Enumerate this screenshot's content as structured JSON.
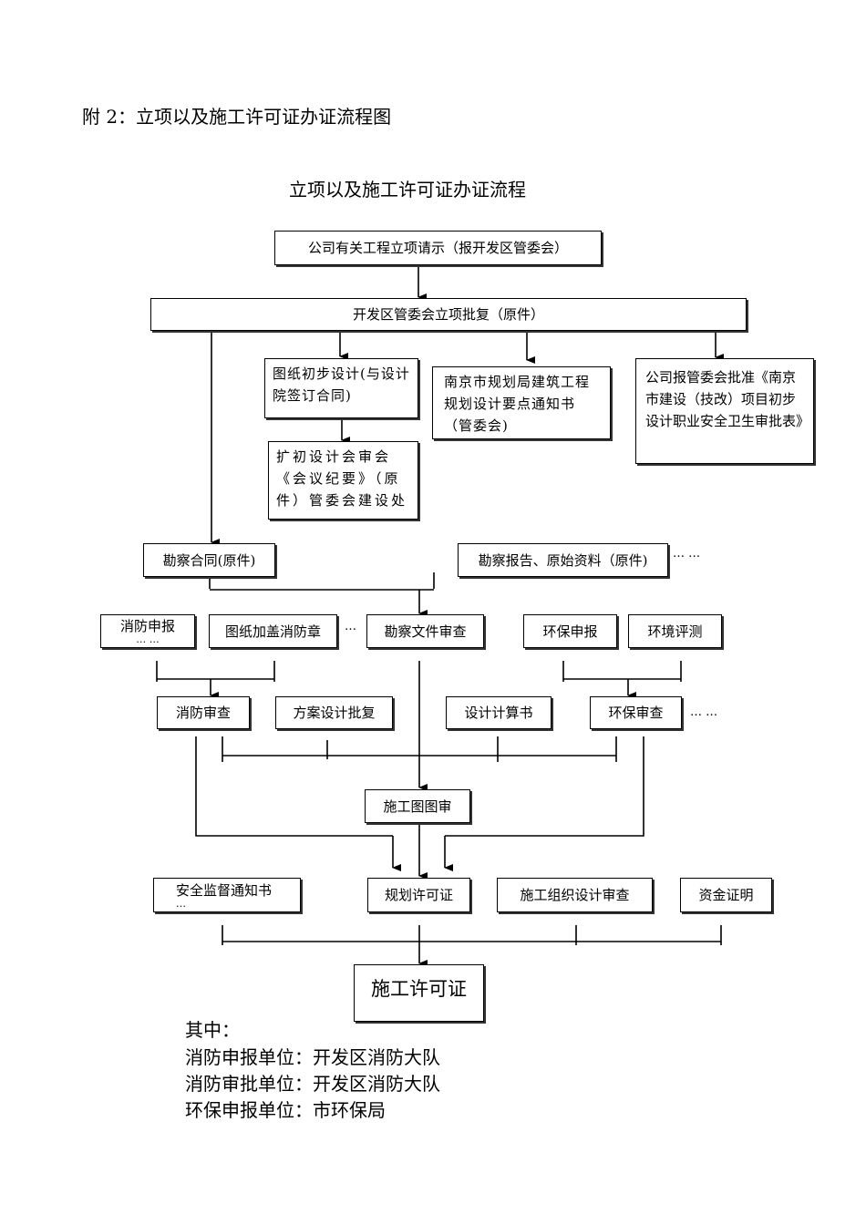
{
  "heading": "附 2：立项以及施工许可证办证流程图",
  "title": "立项以及施工许可证办证流程",
  "nodes": {
    "n1": "公司有关工程立项请示（报开发区管委会）",
    "n2": "开发区管委会立项批复（原件）",
    "n3": "图纸初步设计(与设计院签订合同)",
    "n4": "南京市规划局建筑工程规划设计要点通知书（管委会)",
    "n5": "公司报管委会批准《南京市建设（技改）项目初步设计职业安全卫生审批表》",
    "n6": "扩初设计会审会《会议纪要》（原件）管委会建设处",
    "n7": "勘察合同(原件)",
    "n8": "勘察报告、原始资料（原件)",
    "n9": "消防申报",
    "n10": "图纸加盖消防章",
    "n11": "勘察文件审查",
    "n12": "环保申报",
    "n13": "环境评测",
    "n14": "消防审查",
    "n15": "方案设计批复",
    "n16": "设计计算书",
    "n17": "环保审查",
    "n18": "施工图图审",
    "n19": "安全监督通知书",
    "n20": "规划许可证",
    "n21": "施工组织设计审查",
    "n22": "资金证明",
    "n23": "施工许可证"
  },
  "ellipses": {
    "long": "… …",
    "short": "…"
  },
  "notes": [
    "其中：",
    "消防申报单位：开发区消防大队",
    "消防审批单位：开发区消防大队",
    "环保申报单位：市环保局"
  ]
}
